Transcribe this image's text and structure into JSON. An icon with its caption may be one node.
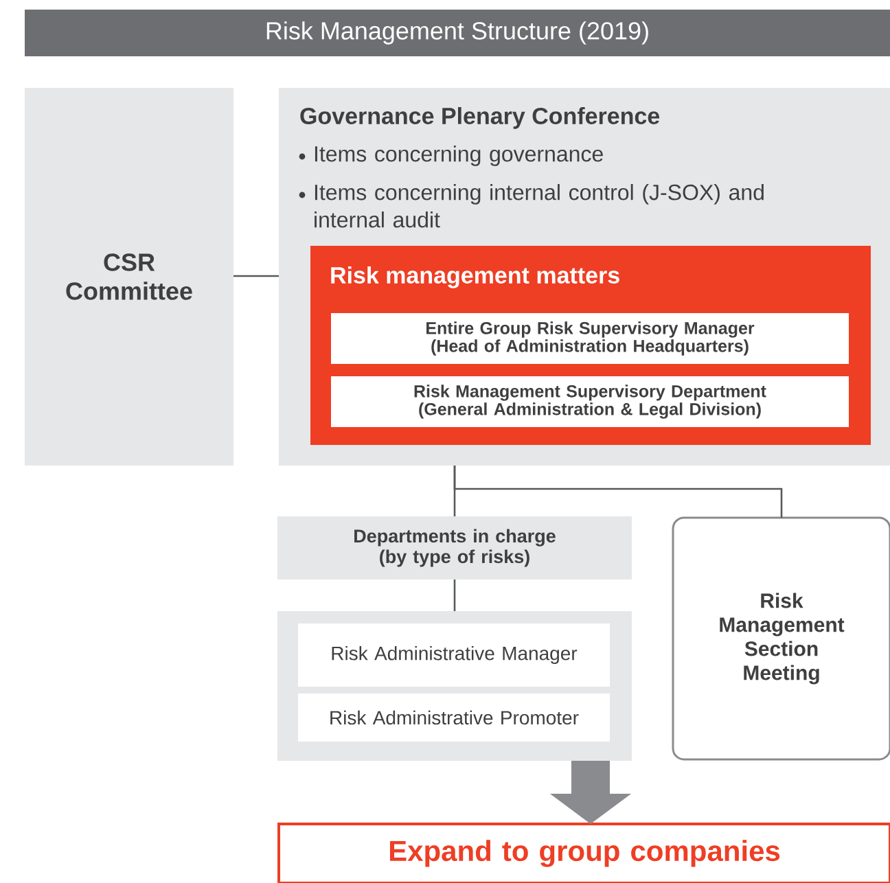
{
  "diagram": {
    "title": "Risk Management Structure (2019)",
    "nodes": [
      {
        "text": [
          "CSR Committee"
        ]
      },
      {
        "text": [
          "Governance Plenary Conference",
          "Items concerning governance",
          "Items concerning internal control (J-SOX) and internal audit"
        ]
      },
      {
        "text": [
          "Risk management matters"
        ],
        "in": 1
      },
      {
        "text": [
          "Entire Group Risk Supervisory Manager (Head of Administration Headquarters)"
        ],
        "in": 2
      },
      {
        "text": [
          "Risk Management Supervisory Department (General Administration & Legal Division)"
        ],
        "in": 2
      },
      {
        "text": [
          "Departments in charge (by type of risks)"
        ]
      },
      {
        "text": [],
        "shape": "box"
      },
      {
        "text": [
          "Risk Administrative Manager"
        ],
        "in": 6
      },
      {
        "text": [
          "Risk Administrative Promoter"
        ],
        "in": 6
      },
      {
        "text": [
          "Risk Management Section Meeting"
        ]
      },
      {
        "text": [
          "Expand to group companies"
        ]
      }
    ],
    "edges": [
      {
        "from": 0,
        "to": 1,
        "arrow": "none"
      },
      {
        "from": 1,
        "to": 5,
        "arrow": "none"
      },
      {
        "from": 1,
        "to": 9,
        "arrow": "none"
      },
      {
        "from": 5,
        "to": 6,
        "arrow": "none"
      },
      {
        "from": 6,
        "to": 10,
        "arrow": "to",
        "style": "thick",
        "color": "#8a8b8e"
      }
    ]
  }
}
